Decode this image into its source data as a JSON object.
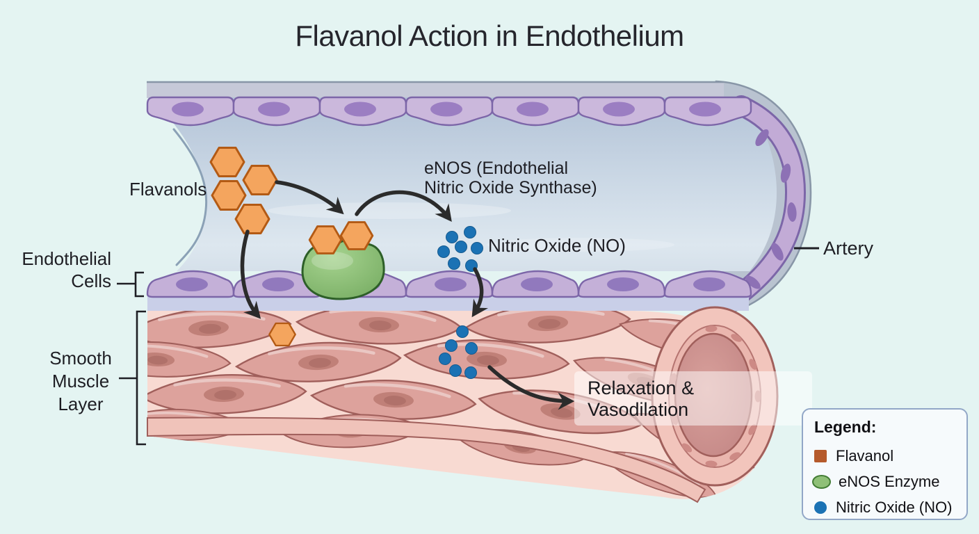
{
  "title": "Flavanol Action in Endothelium",
  "labels": {
    "flavanols": "Flavanols",
    "enos": [
      "eNOS (Endothelial",
      "Nitric Oxide Synthase)"
    ],
    "nitric_oxide": "Nitric Oxide (NO)",
    "artery": "Artery",
    "endothelial_cells": [
      "Endothelial",
      "Cells"
    ],
    "smooth_muscle_layer": [
      "Smooth",
      "Muscle",
      "Layer"
    ],
    "relaxation": [
      "Relaxation &",
      "Vasodilation"
    ]
  },
  "legend": {
    "title": "Legend:",
    "items": [
      {
        "name": "flavanol",
        "label": "Flavanol",
        "swatch": "square",
        "color": "#b55a2b"
      },
      {
        "name": "enos-enzyme",
        "label": "eNOS Enzyme",
        "swatch": "ellipse",
        "color": "#8fc077"
      },
      {
        "name": "nitric-oxide",
        "label": "Nitric Oxide (NO)",
        "swatch": "circle",
        "color": "#1b72b4"
      }
    ]
  },
  "colors": {
    "background": "#e4f4f2",
    "artery_wall": "#b9c3d0",
    "lumen_top": "#b3c3d7",
    "lumen_bottom": "#dde7ef",
    "endothelial_cell": "#cbb8dc",
    "endothelial_outline": "#7c66a8",
    "endothelial_nucleus": "#9b7ec2",
    "basement_band": "#c9cfe8",
    "smooth_muscle_bg": "#f8dad2",
    "smooth_muscle_cell": "#dda29c",
    "smooth_muscle_outline": "#a05f5b",
    "flavanol_fill": "#f4a55e",
    "flavanol_outline": "#b35a14",
    "enos_fill": "#8cc275",
    "enos_outline": "#2d5f28",
    "no_dot": "#1b72b4",
    "arrow": "#2b2b2b",
    "text": "#1e1e24"
  }
}
